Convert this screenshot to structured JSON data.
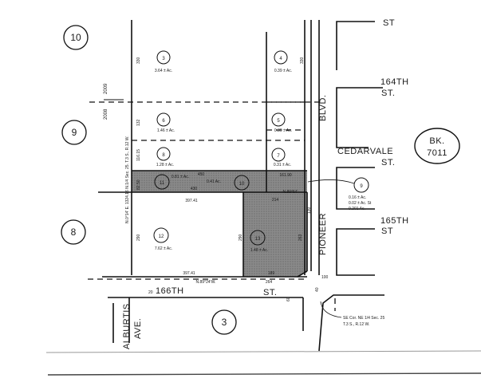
{
  "map": {
    "book_label": "BK.",
    "book_number": "7011",
    "page_numbers": {
      "p10": "10",
      "p9": "9",
      "p8": "8",
      "p3_bottom": "3"
    },
    "section_line": {
      "left": "2008",
      "right": "2009"
    },
    "streets": {
      "st_top": "ST",
      "st_164th_a": "164TH",
      "st_164th_b": "ST.",
      "cedarvale_a": "CEDARVALE",
      "cedarvale_b": "ST.",
      "st_165th_a": "165TH",
      "st_165th_b": "ST",
      "st_166th_a": "166TH",
      "st_166th_b": "ST.",
      "pioneer": "PIONEER",
      "blvd": "BLVD.",
      "alburtis_a": "ALBURTIS",
      "alburtis_b": "AVE."
    },
    "parcels": [
      {
        "id": "3",
        "area": "3.64 ± Ac."
      },
      {
        "id": "4",
        "area": "0.39 ± Ac."
      },
      {
        "id": "5",
        "area": "0.39 ± Ac."
      },
      {
        "id": "6",
        "area": "1.46 ± Ac."
      },
      {
        "id": "7",
        "area": "0.31 ± Ac."
      },
      {
        "id": "8",
        "area": "1.28 ± Ac."
      },
      {
        "id": "9",
        "area": "0.16 ± Ac."
      },
      {
        "id": "10",
        "area": "0.41 Ac."
      },
      {
        "id": "11",
        "area": "0.81 ± Ac."
      },
      {
        "id": "12",
        "area": "7.62 ± Ac."
      },
      {
        "id": "13",
        "area": "1.48 ± Ac."
      }
    ],
    "parcel9_extra": {
      "line2": "0.02 ± Ac. St",
      "line3": "0.201 Ac."
    },
    "dimensions": {
      "d330_left": "330",
      "d330_right": "330",
      "d132": "132",
      "d116_15": "116.15",
      "d82_50": "82.50",
      "d290_left": "290",
      "d290_mid": "290",
      "d450": "450",
      "d430": "430",
      "d397_41_a": "397.41",
      "d397_41_b": "397.41",
      "d161_90": "161.90",
      "d214": "214",
      "d189": "189",
      "d264": "264",
      "d100": "100",
      "d20": "20",
      "d60": "60",
      "d40": "40",
      "d263": "263",
      "d130": "130",
      "bearing_top": "N.89°54'",
      "bearing_bottom": "N.89°24'W.",
      "vert_bearing": "N.0°14' E. 1324.16  N.1/4 Sec. 25. T.3 S., R.12 W."
    },
    "corner_note": {
      "line1": "SE Cor. NE 1/4 Sec. 25",
      "line2": "T.3 S., R.12 W."
    }
  }
}
